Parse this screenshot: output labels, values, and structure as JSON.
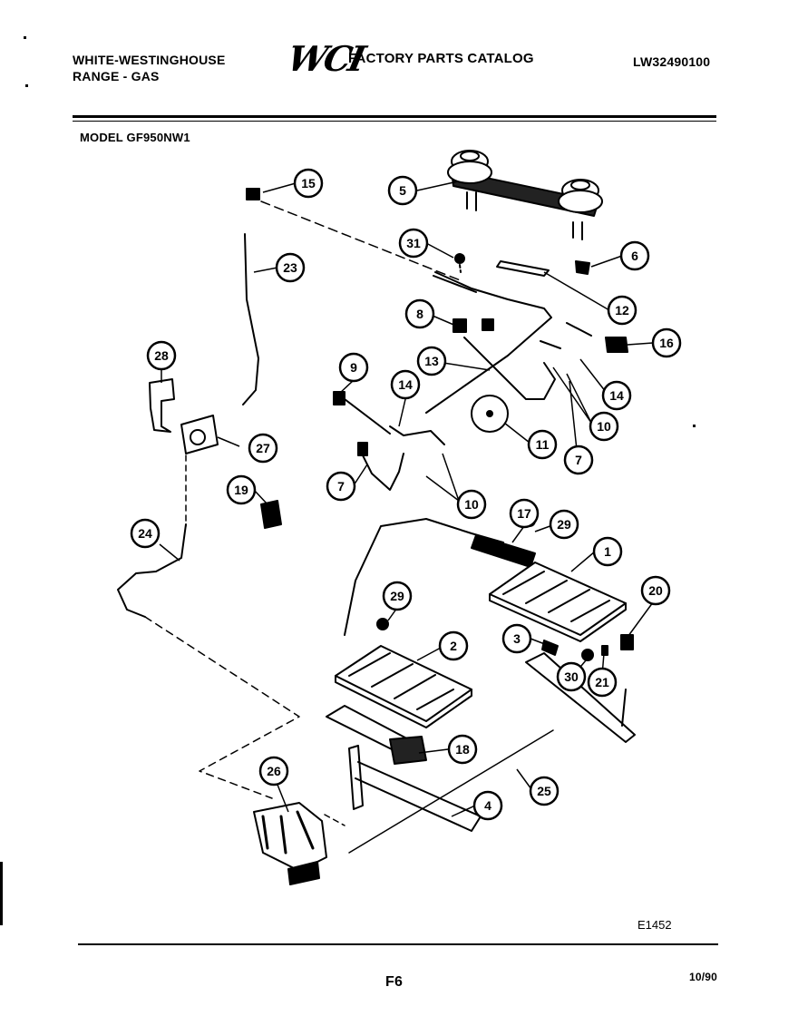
{
  "header": {
    "brand_line1": "WHITE-WESTINGHOUSE",
    "brand_line2": "RANGE - GAS",
    "logo": "WCI",
    "catalog_title": "FACTORY PARTS CATALOG",
    "catalog_number": "LW32490100",
    "model": "MODEL GF950NW1"
  },
  "diagram": {
    "callouts": [
      {
        "id": "15",
        "label": "15"
      },
      {
        "id": "5",
        "label": "5"
      },
      {
        "id": "31",
        "label": "31"
      },
      {
        "id": "6",
        "label": "6"
      },
      {
        "id": "23",
        "label": "23"
      },
      {
        "id": "12",
        "label": "12"
      },
      {
        "id": "8",
        "label": "8"
      },
      {
        "id": "16",
        "label": "16"
      },
      {
        "id": "28",
        "label": "28"
      },
      {
        "id": "13",
        "label": "13"
      },
      {
        "id": "9",
        "label": "9"
      },
      {
        "id": "14a",
        "label": "14"
      },
      {
        "id": "14b",
        "label": "14"
      },
      {
        "id": "10a",
        "label": "10"
      },
      {
        "id": "27",
        "label": "27"
      },
      {
        "id": "11",
        "label": "11"
      },
      {
        "id": "7a",
        "label": "7"
      },
      {
        "id": "7b",
        "label": "7"
      },
      {
        "id": "10b",
        "label": "10"
      },
      {
        "id": "19",
        "label": "19"
      },
      {
        "id": "17",
        "label": "17"
      },
      {
        "id": "29a",
        "label": "29"
      },
      {
        "id": "24",
        "label": "24"
      },
      {
        "id": "1",
        "label": "1"
      },
      {
        "id": "20",
        "label": "20"
      },
      {
        "id": "29b",
        "label": "29"
      },
      {
        "id": "3",
        "label": "3"
      },
      {
        "id": "2",
        "label": "2"
      },
      {
        "id": "30",
        "label": "30"
      },
      {
        "id": "21",
        "label": "21"
      },
      {
        "id": "18",
        "label": "18"
      },
      {
        "id": "26",
        "label": "26"
      },
      {
        "id": "25",
        "label": "25"
      },
      {
        "id": "4",
        "label": "4"
      }
    ],
    "figure_code": "E1452"
  },
  "footer": {
    "page": "F6",
    "date": "10/90"
  }
}
